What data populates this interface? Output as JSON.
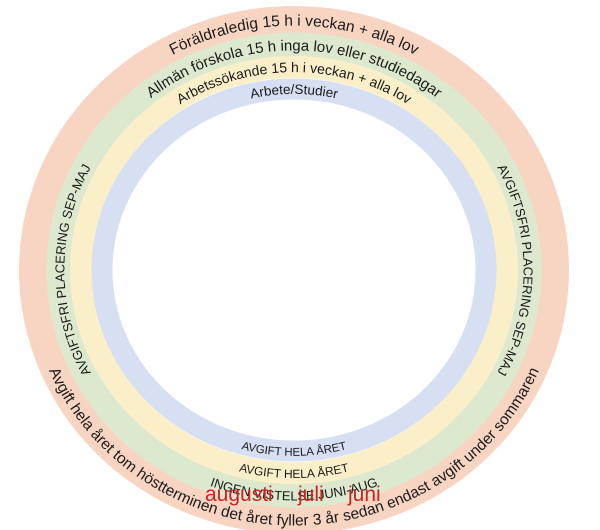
{
  "rings": [
    {
      "id": "ring-foraldraledig",
      "color": "#f8d5c3",
      "top_text": "Föräldraledig 15 h i veckan + alla lov",
      "left_text": "",
      "right_text": "",
      "bottom_text": "Avgift hela året tom höstterminen det året fyller 3 år sedan endast avgift under sommaren"
    },
    {
      "id": "ring-allman-forskola",
      "color": "#dde9cf",
      "top_text": "Allmän förskola 15 h inga lov eller studiedagar",
      "left_text": "AVGIFTSFRI PLACERING SEP-MAJ",
      "right_text": "AVGIFTSFRI PLACERING SEP-MAJ",
      "bottom_text": "INGEN VISTELSE JUNI-AUG"
    },
    {
      "id": "ring-arbetssokande",
      "color": "#fbefc9",
      "top_text": "Arbetssökande 15 h i veckan + alla lov",
      "left_text": "",
      "right_text": "",
      "bottom_text": "AVGIFT HELA ÅRET"
    },
    {
      "id": "ring-arbete-studier",
      "color": "#d6e0f2",
      "top_text": "Arbete/Studier",
      "left_text": "",
      "right_text": "",
      "bottom_text": "AVGIFT HELA ÅRET"
    }
  ],
  "months": {
    "augusti": "augusti",
    "juli": "juli",
    "juni": "juni",
    "color": "#d42020"
  }
}
